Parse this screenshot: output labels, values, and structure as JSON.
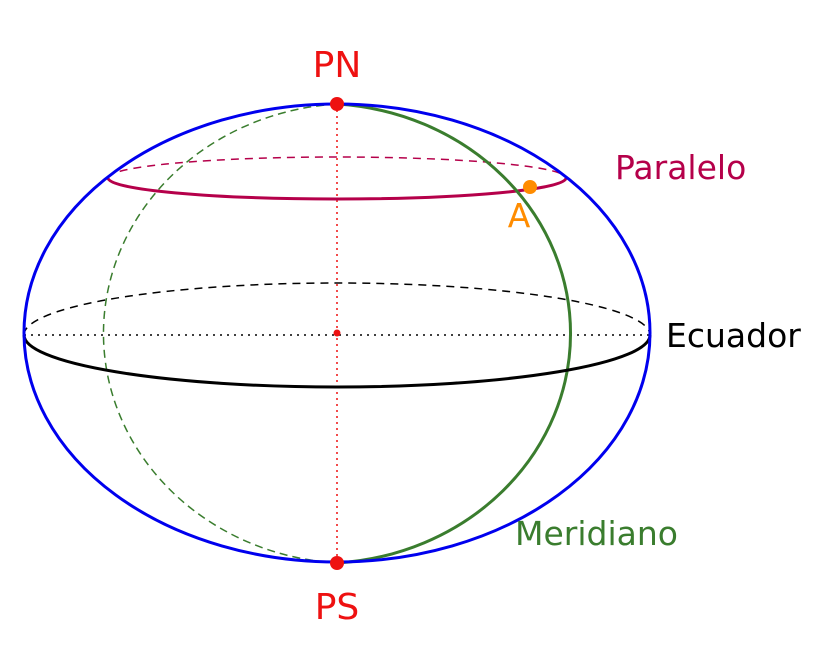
{
  "labels": {
    "north_pole": "PN",
    "south_pole": "PS",
    "parallel": "Paralelo",
    "point_a": "A",
    "equator": "Ecuador",
    "meridian": "Meridiano"
  },
  "colors": {
    "outline": "#0000ee",
    "pole": "#ee1111",
    "parallel": "#b5004a",
    "meridian": "#3a7d2e",
    "point_a": "#ff8c00",
    "equator": "#000000",
    "axis": "#ee1111"
  }
}
